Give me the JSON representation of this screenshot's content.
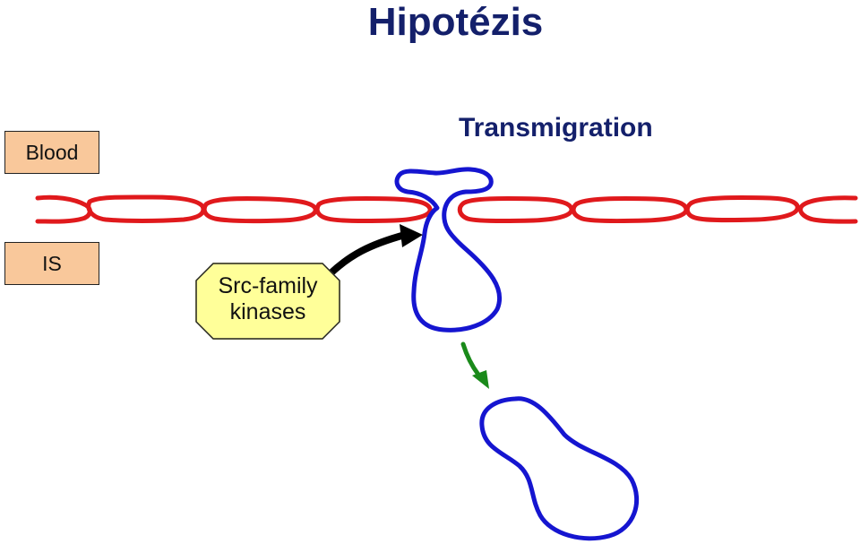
{
  "title": "Hipotézis",
  "labels": {
    "blood": "Blood",
    "interstitial": "IS"
  },
  "process_label": "Transmigration",
  "kinase_box": {
    "line1": "Src-family",
    "line2": "kinases"
  },
  "colors": {
    "title": "#14206b",
    "endothelium": "#e0191c",
    "leukocyte": "#1515d0",
    "arrow_activation": "#000000",
    "arrow_migration": "#1a8a1a",
    "label_fill": "#f9c89b",
    "kinase_fill": "#ffff99"
  }
}
